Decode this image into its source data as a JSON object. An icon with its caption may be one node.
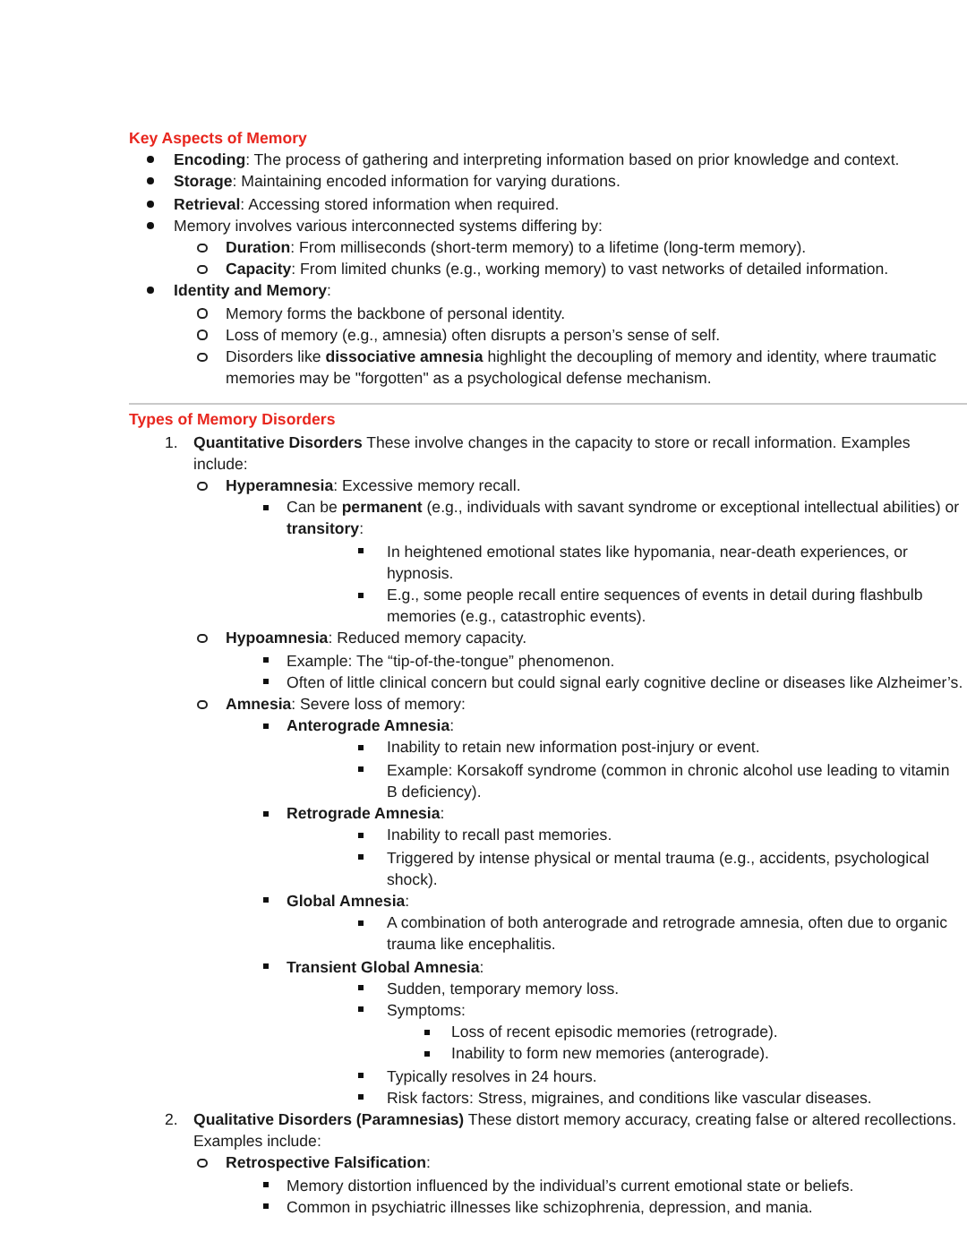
{
  "diagram": {
    "labels": [
      "Key Aspects of Memory",
      "**Encoding**: The process of gathering and interpreting information based on prior knowledge and context.",
      "**Storage**: Maintaining encoded information for varying durations.",
      "**Retrieval**: Accessing stored information when required.",
      "Memory involves various interconnected systems differing by:",
      "**Duration**: From milliseconds (short-term memory) to a lifetime (long-term memory).",
      "**Capacity**: From limited chunks (e.g., working memory) to vast networks of detailed information.",
      "**Identity and Memory**:",
      "Memory forms the backbone of personal identity.",
      "Loss of memory (e.g., amnesia) often disrupts a person’s sense of self.",
      "Disorders like **dissociative amnesia** highlight the decoupling of memory and identity, where traumatic memories may be \"forgotten\" as a psychological defense mechanism.",
      "Types of Memory Disorders",
      "1.",
      "**Quantitative Disorders** These involve changes in the capacity to store or recall information. Examples include:",
      "**Hyperamnesia**: Excessive memory recall.",
      "Can be **permanent** (e.g., individuals with savant syndrome or exceptional intellectual abilities) or **transitory**:",
      "In heightened emotional states like hypomania, near-death experiences, or hypnosis.",
      "E.g., some people recall entire sequences of events in detail during flashbulb memories (e.g., catastrophic events).",
      "**Hypoamnesia**: Reduced memory capacity.",
      "Example: The “tip-of-the-tongue” phenomenon.",
      "Often of little clinical concern but could signal early cognitive decline or diseases like Alzheimer’s.",
      "**Amnesia**: Severe loss of memory:",
      "**Anterograde Amnesia**:",
      "Inability to retain new information post-injury or event.",
      "Example: Korsakoff syndrome (common in chronic alcohol use leading to vitamin B deficiency).",
      "**Retrograde Amnesia**:",
      "Inability to recall past memories.",
      "Triggered by intense physical or mental trauma (e.g., accidents, psychological shock).",
      "**Global Amnesia**:",
      "A combination of both anterograde and retrograde amnesia, often due to organic trauma like encephalitis.",
      "**Transient Global Amnesia**:",
      "Sudden, temporary memory loss.",
      "Symptoms:",
      "Loss of recent episodic memories (retrograde).",
      "Inability to form new memories (anterograde).",
      "Typically resolves in 24 hours.",
      "Risk factors: Stress, migraines, and conditions like vascular diseases.",
      "2.",
      "**Qualitative Disorders (Paramnesias)** These distort memory accuracy, creating false or altered recollections. Examples include:",
      "**Retrospective Falsification**:",
      "Memory distortion influenced by the individual’s current emotional state or beliefs.",
      "Common in psychiatric illnesses like schizophrenia, depression, and mania."
    ]
  }
}
